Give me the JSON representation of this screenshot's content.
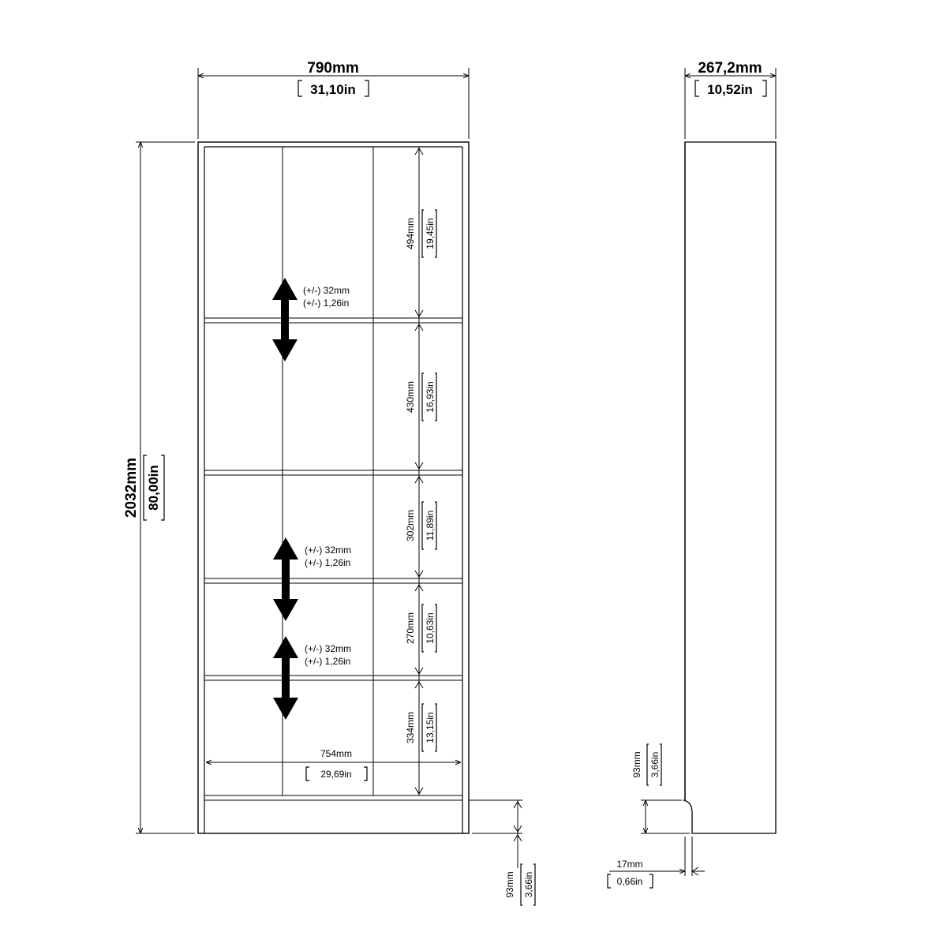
{
  "front_view": {
    "width": {
      "mm": "790mm",
      "in": "31,10in"
    },
    "height": {
      "mm": "2032mm",
      "in": "80,00in"
    },
    "inner_width": {
      "mm": "754mm",
      "in": "29,69in"
    },
    "plinth": {
      "mm": "93mm",
      "in": "3,66in"
    },
    "compartments": [
      {
        "mm": "494mm",
        "in": "19,45in"
      },
      {
        "mm": "430mm",
        "in": "16,93in"
      },
      {
        "mm": "302mm",
        "in": "11,89in"
      },
      {
        "mm": "270mm",
        "in": "10,63in"
      },
      {
        "mm": "334mm",
        "in": "13,15in"
      }
    ],
    "adjust_notes": [
      {
        "mm": "(+/-) 32mm",
        "in": "(+/-) 1,26in"
      },
      {
        "mm": "(+/-) 32mm",
        "in": "(+/-) 1,26in"
      },
      {
        "mm": "(+/-) 32mm",
        "in": "(+/-) 1,26in"
      }
    ]
  },
  "side_view": {
    "depth": {
      "mm": "267,2mm",
      "in": "10,52in"
    },
    "plinth": {
      "mm": "93mm",
      "in": "3,66in"
    },
    "recess": {
      "mm": "17mm",
      "in": "0,66in"
    }
  }
}
